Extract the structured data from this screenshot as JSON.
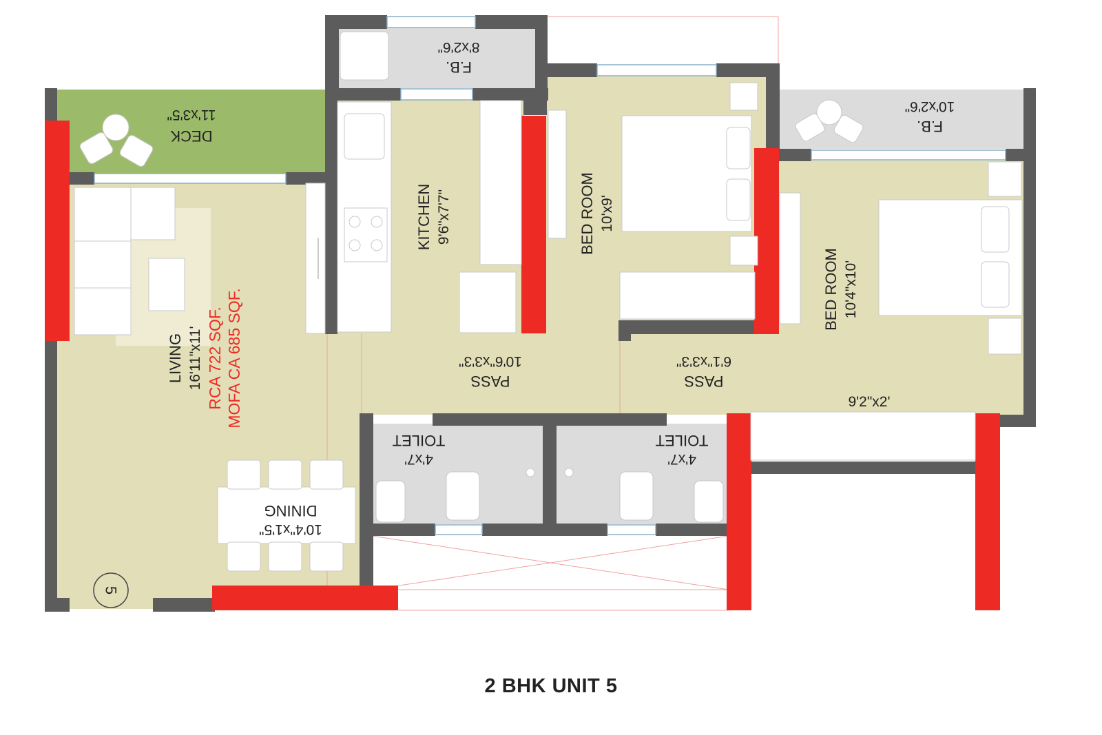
{
  "title": "2 BHK UNIT 5",
  "unit_number": "5",
  "area": {
    "rca": "RCA 722 SQF.",
    "mofa": "MOFA CA 685 SQF."
  },
  "rooms": {
    "deck": {
      "name": "DECK",
      "size": "11'x3'5\""
    },
    "fb_top": {
      "name": "F.B.",
      "size": "8'x2'6\""
    },
    "fb_right": {
      "name": "F.B.",
      "size": "10'x2'6\""
    },
    "kitchen": {
      "name": "KITCHEN",
      "size": "9'6\"x7'7\""
    },
    "bedroom1": {
      "name": "BED ROOM",
      "size": "10'x9'"
    },
    "bedroom2": {
      "name": "BED ROOM",
      "size": "10'4\"x10'"
    },
    "living": {
      "name": "LIVING",
      "size": "16'11\"x11'"
    },
    "pass1": {
      "name": "PASS",
      "size": "10'6\"x3'3\""
    },
    "pass2": {
      "name": "PASS",
      "size": "6'1\"x3'3\""
    },
    "wardrobe": {
      "size": "9'2\"x2'"
    },
    "toilet1": {
      "name": "TOILET",
      "size": "4'x7'"
    },
    "toilet2": {
      "name": "TOILET",
      "size": "4'x7'"
    },
    "dining": {
      "name": "DINING",
      "size": "10'4\"x1'5\""
    }
  },
  "colors": {
    "floor": "#e2dfb8",
    "deck": "#9cbb6a",
    "wet": "#dcdcdc",
    "wall": "#5c5c5c",
    "column": "#ee2a24",
    "furniture": "#ffffff"
  }
}
